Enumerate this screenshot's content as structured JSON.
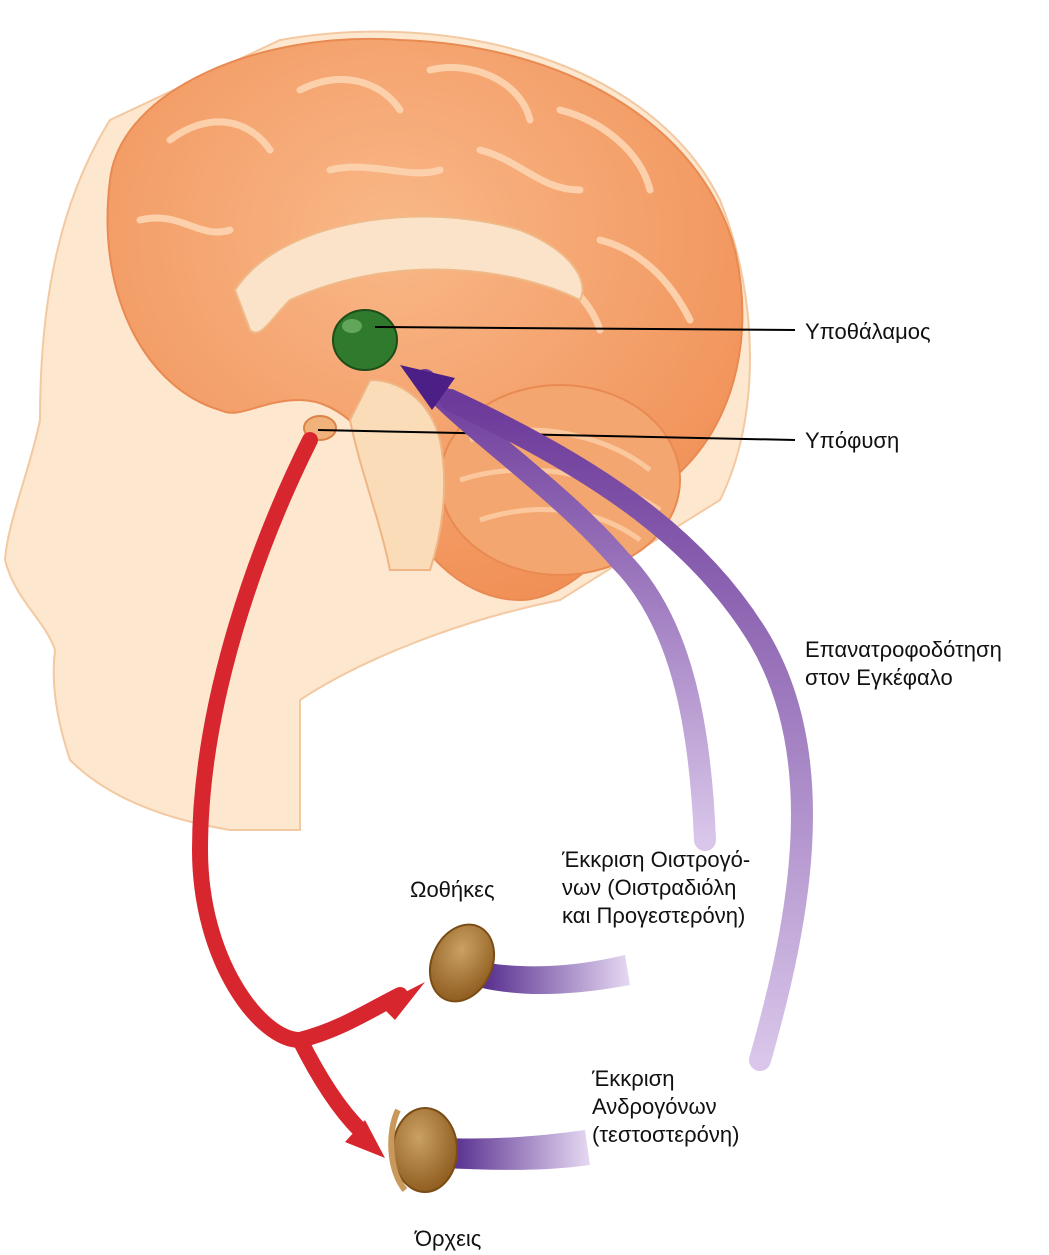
{
  "labels": {
    "hypothalamus": "Υποθάλαμος",
    "pituitary": "Υπόφυση",
    "feedback": "Επανατροφοδότηση\nστον Εγκέφαλο",
    "ovaries": "Ωοθήκες",
    "estrogen_secretion": "Έκκριση Οιστρογό-\nνων (Οιστραδιόλη\nκαι Προγεστερόνη)",
    "androgen_secretion": "Έκκριση\nΑνδρογόνων\n(τεστοστερόνη)",
    "testes": "Όρχεις"
  },
  "colors": {
    "brain": "#f5a56e",
    "brain_fold": "#f9c79c",
    "skin": "#fbe1c4",
    "hypothalamus": "#2f7a2c",
    "hormone_arrow": "#d8262f",
    "feedback_arrow": "#7a48a6",
    "gonad": "#a9742c"
  }
}
